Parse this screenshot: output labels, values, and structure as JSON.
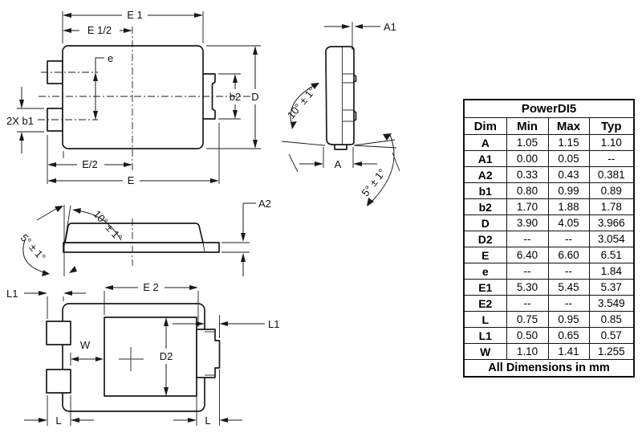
{
  "doc_title": "PowerDI5 package outline drawing",
  "table": {
    "title": "PowerDI5",
    "headers": [
      "Dim",
      "Min",
      "Max",
      "Typ"
    ],
    "rows": [
      [
        "A",
        "1.05",
        "1.15",
        "1.10"
      ],
      [
        "A1",
        "0.00",
        "0.05",
        "--"
      ],
      [
        "A2",
        "0.33",
        "0.43",
        "0.381"
      ],
      [
        "b1",
        "0.80",
        "0.99",
        "0.89"
      ],
      [
        "b2",
        "1.70",
        "1.88",
        "1.78"
      ],
      [
        "D",
        "3.90",
        "4.05",
        "3.966"
      ],
      [
        "D2",
        "--",
        "--",
        "3.054"
      ],
      [
        "E",
        "6.40",
        "6.60",
        "6.51"
      ],
      [
        "e",
        "--",
        "--",
        "1.84"
      ],
      [
        "E1",
        "5.30",
        "5.45",
        "5.37"
      ],
      [
        "E2",
        "--",
        "--",
        "3.549"
      ],
      [
        "L",
        "0.75",
        "0.95",
        "0.85"
      ],
      [
        "L1",
        "0.50",
        "0.65",
        "0.57"
      ],
      [
        "W",
        "1.10",
        "1.41",
        "1.255"
      ]
    ],
    "footer": "All Dimensions in mm"
  },
  "views": {
    "top": {
      "e1": "E 1",
      "e1_half": "E 1/2",
      "e": "e",
      "b1": "2X b1",
      "b2": "b2",
      "d": "D",
      "e_half": "E/2",
      "e_full": "E"
    },
    "end": {
      "a1": "A1",
      "a": "A",
      "angle10": "10° ± 1°",
      "angle5": "5° ± 1°"
    },
    "side": {
      "a2": "A2",
      "angle10": "10° ± 1°",
      "angle5": "5° ± 1°"
    },
    "bottom": {
      "e2": "E 2",
      "l1_left": "L1",
      "l1_right": "L1",
      "w": "W",
      "d2": "D2",
      "l_left": "L",
      "l_right": "L"
    }
  }
}
